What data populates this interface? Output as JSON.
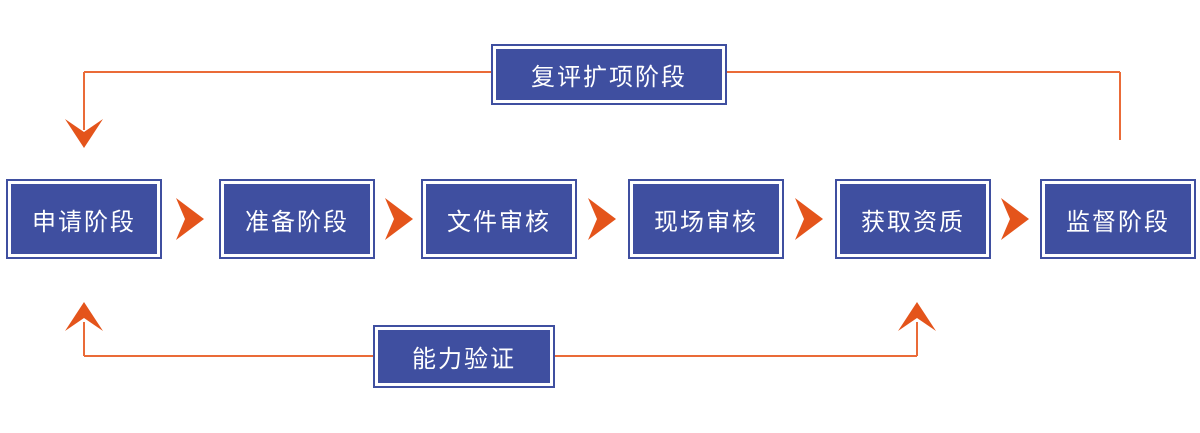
{
  "diagram": {
    "main_flow": [
      {
        "id": "apply-stage",
        "label": "申请阶段"
      },
      {
        "id": "prepare-stage",
        "label": "准备阶段"
      },
      {
        "id": "document-review",
        "label": "文件审核"
      },
      {
        "id": "onsite-review",
        "label": "现场审核"
      },
      {
        "id": "obtain-qualification",
        "label": "获取资质"
      },
      {
        "id": "supervision-stage",
        "label": "监督阶段"
      }
    ],
    "loops": {
      "top": {
        "label": "复评扩项阶段"
      },
      "bottom": {
        "label": "能力验证"
      }
    },
    "colors": {
      "box_fill": "#3f4fa0",
      "box_outer_border": "#3f4fa0",
      "box_inner_border": "#ffffff",
      "box_text": "#ffffff",
      "connector_line": "#ea6b38",
      "arrow": "#e4541b",
      "background": "#ffffff"
    }
  }
}
